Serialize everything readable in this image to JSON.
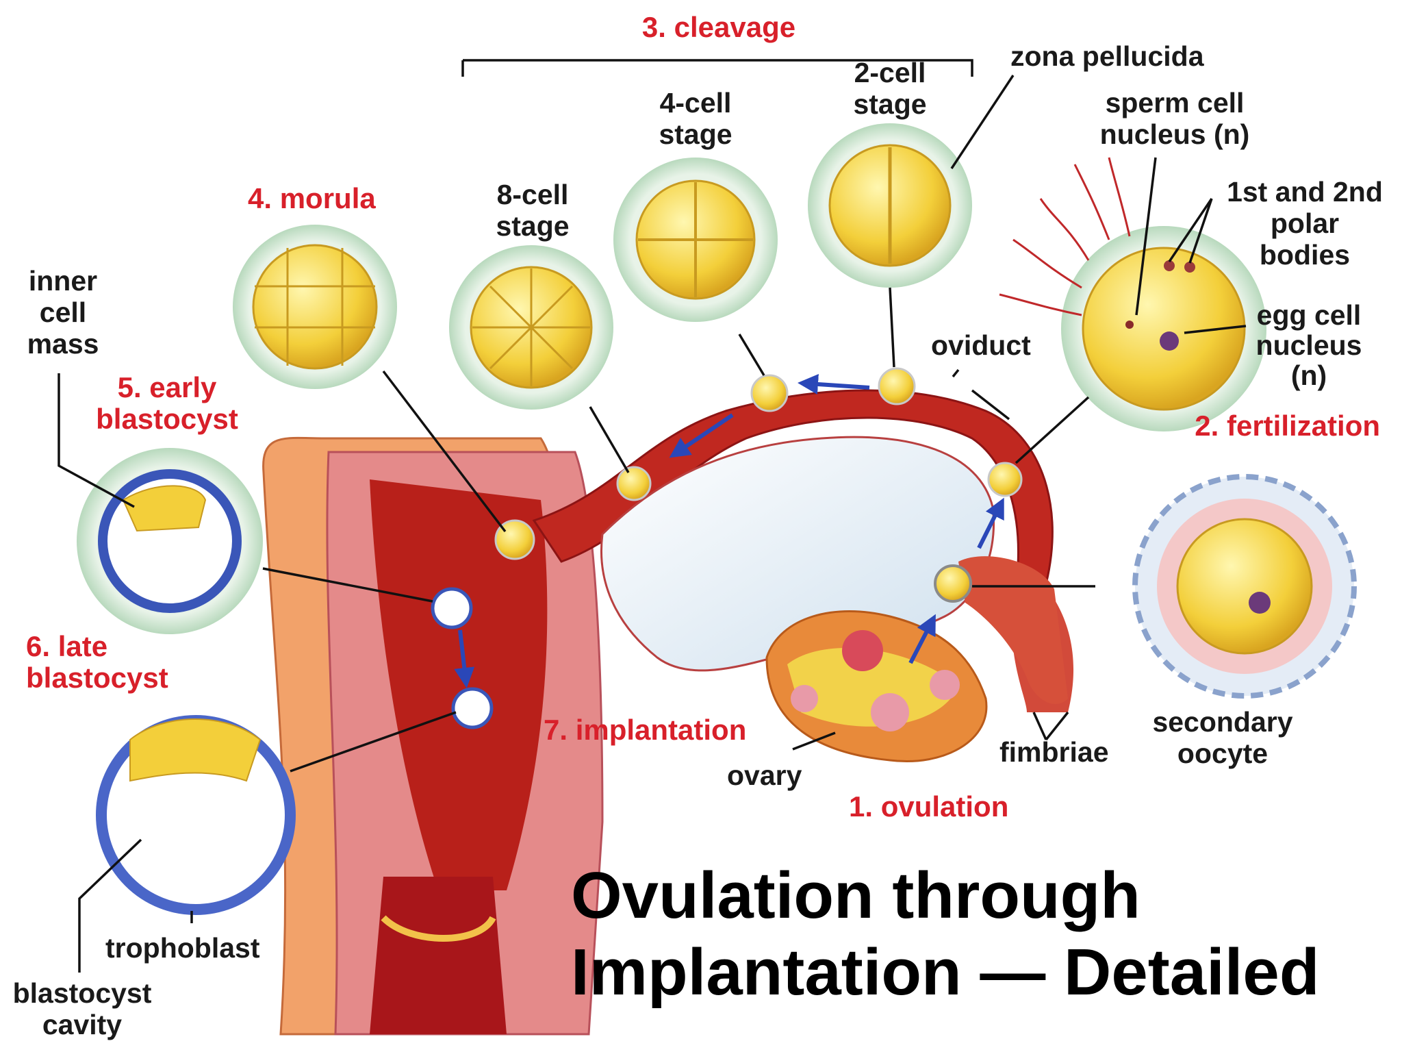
{
  "title": {
    "line1": "Ovulation through",
    "line2": "Implantation — Detailed"
  },
  "stages": {
    "s1": "1. ovulation",
    "s2": "2. fertilization",
    "s3": "3. cleavage",
    "s4": "4. morula",
    "s5a": "5. early",
    "s5b": "blastocyst",
    "s6a": "6. late",
    "s6b": "blastocyst",
    "s7": "7. implantation"
  },
  "labels": {
    "zona": "zona pellucida",
    "two_cell_a": "2-cell",
    "two_cell_b": "stage",
    "four_cell_a": "4-cell",
    "four_cell_b": "stage",
    "eight_cell_a": "8-cell",
    "eight_cell_b": "stage",
    "sperm_a": "sperm cell",
    "sperm_b": "nucleus (n)",
    "polar_a": "1st and 2nd",
    "polar_b": "polar",
    "polar_c": "bodies",
    "egg_a": "egg cell",
    "egg_b": "nucleus",
    "egg_c": "(n)",
    "oviduct": "oviduct",
    "icm_a": "inner",
    "icm_b": "cell",
    "icm_c": "mass",
    "secondary_a": "secondary",
    "secondary_b": "oocyte",
    "fimbriae": "fimbriae",
    "ovary": "ovary",
    "trophoblast": "trophoblast",
    "cavity_a": "blastocyst",
    "cavity_b": "cavity"
  },
  "colors": {
    "stage_label": "#d8202a",
    "label": "#1a1a1a",
    "uterus": "#c8382a",
    "cell": "#f3cf3a",
    "halo": "#c9e3cc"
  }
}
